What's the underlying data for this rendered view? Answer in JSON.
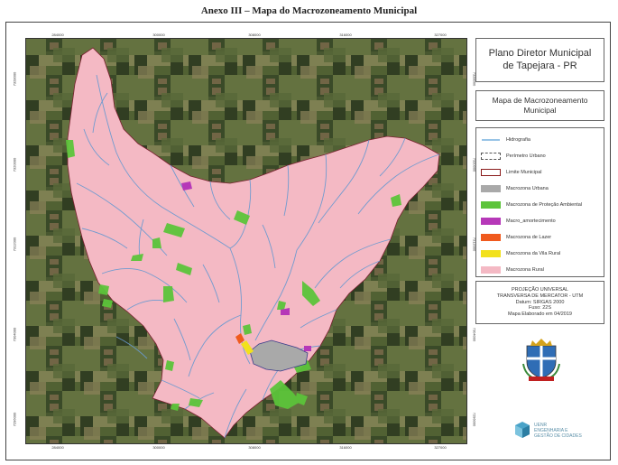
{
  "page": {
    "title": "Anexo III – Mapa do Macrozoneamento Municipal"
  },
  "map": {
    "coordinates_top": [
      "284000",
      "300000",
      "308000",
      "316000",
      "327000"
    ],
    "coordinates_bottom": [
      "284000",
      "300000",
      "308000",
      "316000",
      "327000"
    ],
    "coordinates_left": [
      "7328000",
      "7320000",
      "7312000",
      "7304000",
      "7296000"
    ],
    "coordinates_right": [
      "7328000",
      "7320000",
      "7312000",
      "7304000",
      "7296000"
    ]
  },
  "panel": {
    "plan_title_line1": "Plano Diretor Municipal",
    "plan_title_line2": "de Tapejara - PR",
    "map_title_line1": "Mapa de Macrozoneamento",
    "map_title_line2": "Municipal"
  },
  "legend": {
    "items": [
      {
        "label": "Hidrografia",
        "color": "#5aa0d6"
      },
      {
        "label": "Perímetro Urbano",
        "color": "#555555"
      },
      {
        "label": "Limite Municipal",
        "color": "#8a1a1a"
      },
      {
        "label": "Macrozona Urbana",
        "color": "#a9a9a9"
      },
      {
        "label": "Macrozona de Proteção Ambiental",
        "color": "#5cc43a"
      },
      {
        "label": "Macro_amortecimento",
        "color": "#b638b8"
      },
      {
        "label": "Macrozona de Lazer",
        "color": "#f05a1e"
      },
      {
        "label": "Macrozona da Vila Rural",
        "color": "#f2e11b"
      },
      {
        "label": "Macrozona Rural",
        "color": "#f4b9c4"
      }
    ]
  },
  "projection": {
    "line1": "PROJEÇÃO UNIVERSAL",
    "line2": "TRANSVERSA DE MERCATOR - UTM",
    "line3": "Datum: SIRGAS 2000",
    "line4": "Fuso: 22S",
    "line5": "Mapa Elaborado em 04/2019"
  },
  "logo": {
    "line1": "UENR",
    "line2": "ENGENHARIA E",
    "line3": "GESTÃO DE CIDADES"
  },
  "colors": {
    "rural": "#f4b9c4",
    "river": "#6a9ad0",
    "protection": "#5cc43a",
    "urban": "#a9a9a9",
    "buffer": "#b638b8",
    "leisure": "#f05a1e",
    "vila_rural": "#f2e11b",
    "satellite_dark": "#3d4a2a"
  }
}
